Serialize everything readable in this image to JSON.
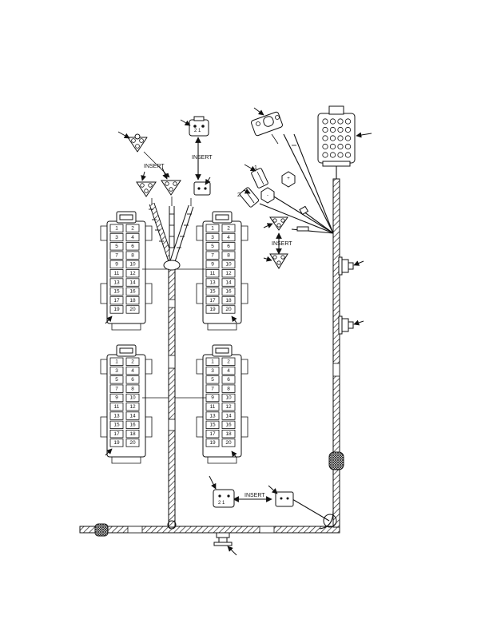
{
  "labels": {
    "insert_top": "INSERT",
    "insert_mid": "INSERT",
    "insert_bottom": "INSERT",
    "leader_1": "1",
    "leader_2": "2"
  },
  "connector_pins": {
    "left": [
      "1",
      "3",
      "5",
      "7",
      "9",
      "11",
      "13",
      "15",
      "17",
      "19"
    ],
    "right": [
      "2",
      "4",
      "6",
      "8",
      "10",
      "12",
      "14",
      "16",
      "18",
      "20"
    ]
  },
  "colors": {
    "ink": "#111111",
    "paper": "#ffffff",
    "hatch": "#222222"
  }
}
